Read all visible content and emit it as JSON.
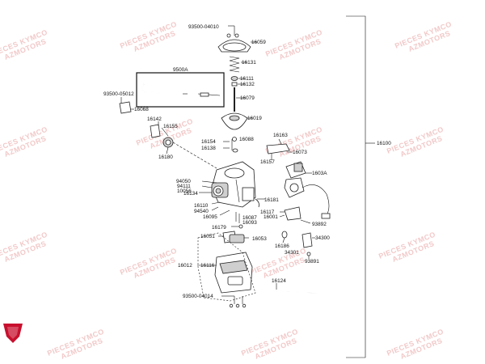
{
  "watermark": {
    "line1": "PIECES KYMCO",
    "line2": "AZMOTORS"
  },
  "logo": {
    "brand_color": "#c8102e"
  },
  "box": {
    "label": "9500A"
  },
  "bracket": {
    "label": "16100"
  },
  "labels": [
    "93500-04010",
    "16059",
    "16131",
    "16111",
    "16132",
    "16079",
    "93500-05012",
    "16068",
    "16019",
    "16142",
    "16155",
    "16180",
    "16163",
    "16073",
    "16154",
    "16138",
    "16088",
    "16157",
    "1603A",
    "94050",
    "94111",
    "10056",
    "16134",
    "16181",
    "16110",
    "94540",
    "16117",
    "16001",
    "16095",
    "16087",
    "16093",
    "93892",
    "16179",
    "16051",
    "16053",
    "16186",
    "34300",
    "34301",
    "93891",
    "16012",
    "16116",
    "16124",
    "93500-04014"
  ]
}
